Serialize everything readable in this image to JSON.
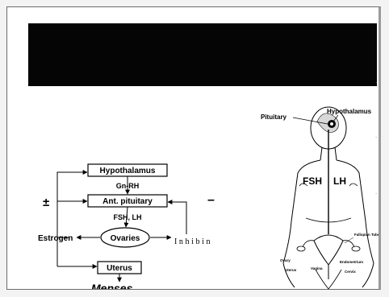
{
  "diagram": {
    "nodes": {
      "hypothalamus": "Hypothalamus",
      "ant_pituitary": "Ant. pituitary",
      "ovaries": "Ovaries",
      "uterus": "Uterus",
      "estrogen": "Estrogen",
      "menses": "Menses"
    },
    "edge_labels": {
      "gn_rh": "Gn-RH",
      "fsh_lh": "FSH, LH",
      "inhibin": "Inhibin"
    },
    "feedback_signs": {
      "estrogen": "±",
      "inhibin": "–"
    }
  },
  "anatomy": {
    "labels": {
      "pituitary": "Pituitary",
      "hypothalamus": "Hypothalamus",
      "fsh": "FSH",
      "lh": "LH",
      "fallopian_tube": "Fallopian Tube",
      "ovary": "Ovary",
      "uterus": "Uterus",
      "endometrium": "Endometrium",
      "vagina": "Vagina",
      "cervix": "Cervix"
    }
  },
  "colors": {
    "title_bar": "#050505",
    "ink": "#000000",
    "slide_background": "#ffffff"
  }
}
